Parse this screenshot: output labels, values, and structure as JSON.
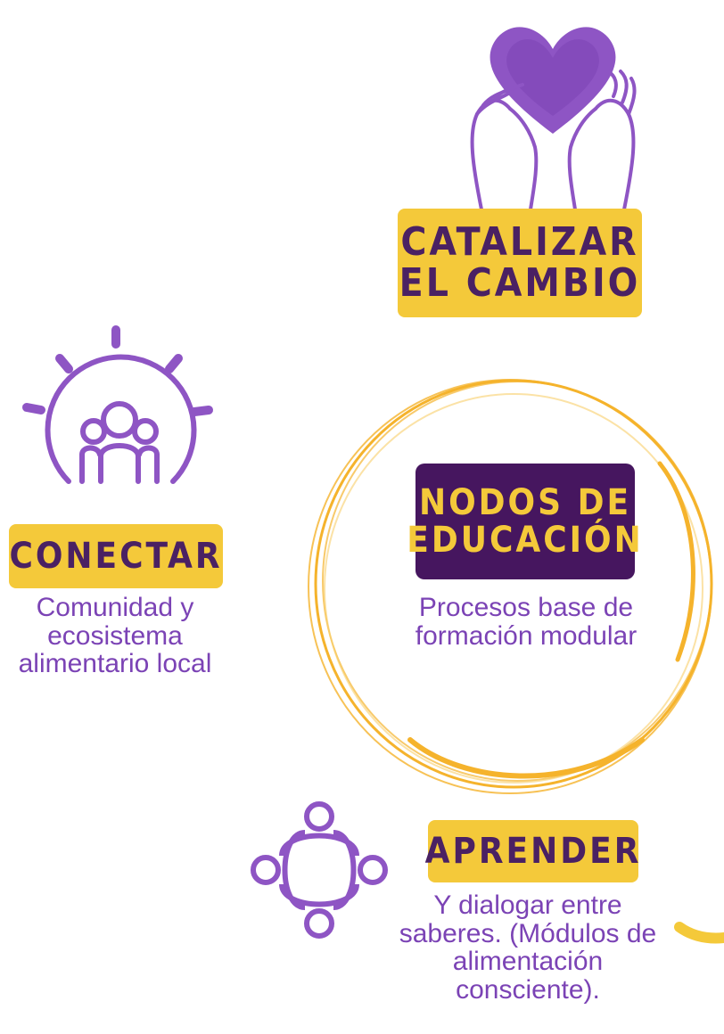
{
  "colors": {
    "purple": "#8e55c4",
    "dark_purple": "#46165f",
    "yellow": "#f4c93a",
    "orange": "#f5b32c"
  },
  "icons": [
    "heart-hands-icon",
    "community-sun-icon",
    "circle-people-icon"
  ],
  "catalizar": {
    "title": "CATALIZAR EL CAMBIO"
  },
  "conectar": {
    "title": "CONECTAR",
    "description": "Comunidad y ecosistema alimentario local"
  },
  "center": {
    "title": "NODOS DE EDUCACIÓN",
    "description": "Procesos base de formación modular"
  },
  "aprender": {
    "title": "APRENDER",
    "description": "Y dialogar entre saberes. (Módulos de alimentación consciente)."
  }
}
